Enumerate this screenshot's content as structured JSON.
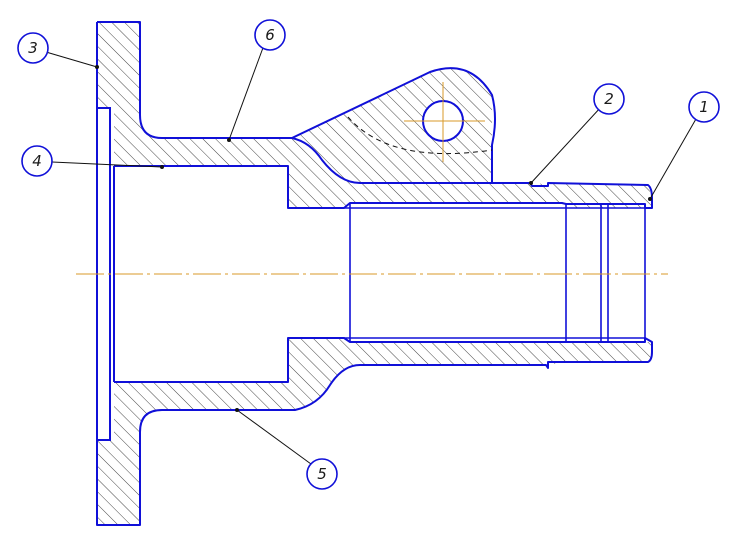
{
  "callouts": [
    {
      "id": "1",
      "label": "1"
    },
    {
      "id": "2",
      "label": "2"
    },
    {
      "id": "3",
      "label": "3"
    },
    {
      "id": "4",
      "label": "4"
    },
    {
      "id": "5",
      "label": "5"
    },
    {
      "id": "6",
      "label": "6"
    }
  ],
  "colors": {
    "outline": "#1010d8",
    "hatch": "#333333",
    "centerline": "#d89a2a",
    "leader": "#111111"
  }
}
